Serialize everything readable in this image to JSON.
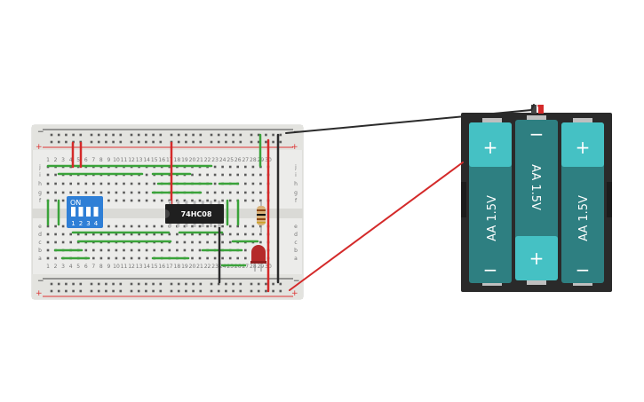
{
  "breadboard": {
    "row_letters_top": [
      "j",
      "i",
      "h",
      "g",
      "f"
    ],
    "row_letters_bottom": [
      "e",
      "d",
      "c",
      "b",
      "a"
    ],
    "column_numbers": [
      "1",
      "2",
      "3",
      "4",
      "5",
      "6",
      "7",
      "8",
      "9",
      "10",
      "11",
      "12",
      "13",
      "14",
      "15",
      "16",
      "17",
      "18",
      "19",
      "20",
      "21",
      "22",
      "23",
      "24",
      "25",
      "26",
      "27",
      "28",
      "29",
      "30"
    ],
    "rail_minus": "−",
    "rail_plus": "+"
  },
  "dip_switch": {
    "on_label": "ON",
    "positions": [
      "1",
      "2",
      "3",
      "4"
    ]
  },
  "chip": {
    "label": "74HC08"
  },
  "battery_pack": {
    "cells": [
      {
        "label": "AA 1.5V",
        "top_terminal": "+",
        "bottom_terminal": "−"
      },
      {
        "label": "AA 1.5V",
        "top_terminal": "−",
        "bottom_terminal": "+"
      },
      {
        "label": "AA 1.5V",
        "top_terminal": "+",
        "bottom_terminal": "−"
      }
    ]
  },
  "colors": {
    "wire_red": "#d42a2a",
    "wire_green": "#3aa33a",
    "wire_black": "#2b2b2b",
    "battery_body": "#2e7f81",
    "battery_cap": "#45c1c4",
    "holder": "#2a2a2a",
    "dip_body": "#2f7fd6",
    "led": "#b52a2a",
    "breadboard": "#e9e9e6"
  }
}
